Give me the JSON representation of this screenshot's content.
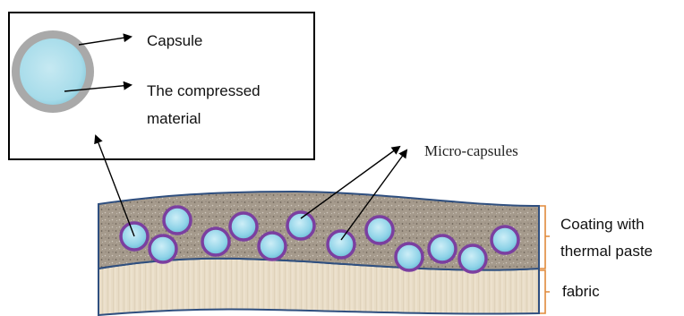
{
  "labels": {
    "capsule": "Capsule",
    "compressed_line1": "The compressed",
    "compressed_line2": "material",
    "micro_capsules": "Micro-capsules",
    "coating_line1": "Coating with",
    "coating_line2": "thermal paste",
    "fabric": "fabric"
  },
  "colors": {
    "capsule_shell": "#7b3fa0",
    "capsule_core": "#8fd3e8",
    "inset_shell": "#a9a9a9",
    "inset_core": "#a7dcea",
    "coating_fill": "#a59a8c",
    "fabric_fill": "#e8dcc6",
    "layer_edge": "#2f4f7f",
    "bracket": "#e08a3c",
    "arrow": "#000000"
  }
}
